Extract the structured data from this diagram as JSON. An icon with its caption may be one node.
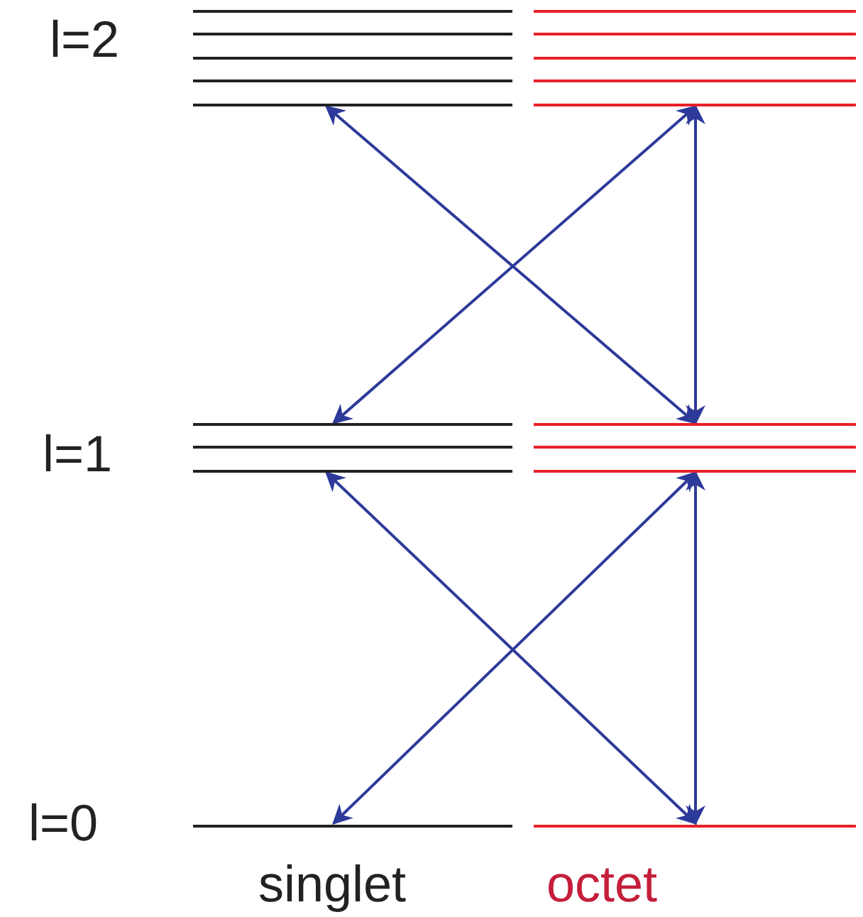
{
  "diagram": {
    "nodes": [
      {
        "text": [],
        "shape": "bar"
      },
      {
        "text": [],
        "shape": "bar"
      },
      {
        "text": [],
        "shape": "bar"
      },
      {
        "text": [],
        "shape": "bar"
      },
      {
        "text": [],
        "shape": "bar"
      },
      {
        "text": [],
        "shape": "bar"
      }
    ],
    "edges": [
      {
        "from": 0,
        "to": 3,
        "arrow": "both"
      },
      {
        "from": 1,
        "to": 2,
        "arrow": "both"
      },
      {
        "from": 1,
        "to": 3,
        "arrow": "both"
      },
      {
        "from": 2,
        "to": 5,
        "arrow": "both"
      },
      {
        "from": 3,
        "to": 4,
        "arrow": "both"
      },
      {
        "from": 3,
        "to": 5,
        "arrow": "both"
      }
    ],
    "labels": [
      "l=2",
      "l=1",
      "l=0",
      "singlet",
      "octet"
    ]
  }
}
